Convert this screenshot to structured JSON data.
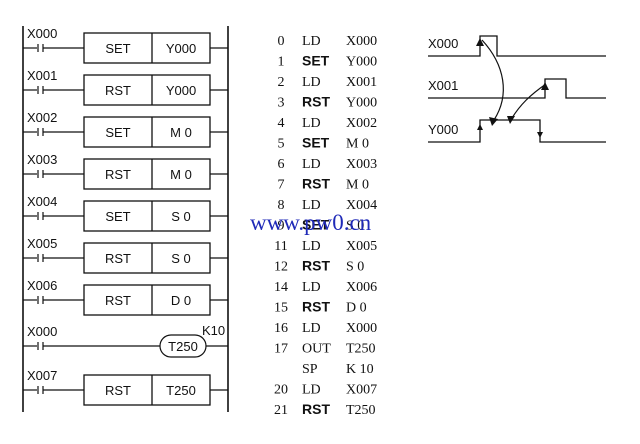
{
  "ladder": {
    "rungs": [
      {
        "contact": "X000",
        "op": "SET",
        "operand": "Y000"
      },
      {
        "contact": "X001",
        "op": "RST",
        "operand": "Y000"
      },
      {
        "contact": "X002",
        "op": "SET",
        "operand": "M  0"
      },
      {
        "contact": "X003",
        "op": "RST",
        "operand": "M  0"
      },
      {
        "contact": "X004",
        "op": "SET",
        "operand": "S  0"
      },
      {
        "contact": "X005",
        "op": "RST",
        "operand": "S  0"
      },
      {
        "contact": "X006",
        "op": "RST",
        "operand": "D  0"
      },
      {
        "contact": "X000",
        "coil": "T250",
        "constant": "K10"
      },
      {
        "contact": "X007",
        "op": "RST",
        "operand": "T250"
      }
    ]
  },
  "program": [
    {
      "step": "0",
      "instr": "LD",
      "operand": "X000"
    },
    {
      "step": "1",
      "instr": "SET",
      "operand": "Y000"
    },
    {
      "step": "2",
      "instr": "LD",
      "operand": "X001"
    },
    {
      "step": "3",
      "instr": "RST",
      "operand": "Y000"
    },
    {
      "step": "4",
      "instr": "LD",
      "operand": "X002"
    },
    {
      "step": "5",
      "instr": "SET",
      "operand": "M  0"
    },
    {
      "step": "6",
      "instr": "LD",
      "operand": "X003"
    },
    {
      "step": "7",
      "instr": "RST",
      "operand": "M  0"
    },
    {
      "step": "8",
      "instr": "LD",
      "operand": "X004"
    },
    {
      "step": "9",
      "instr": "SET",
      "operand": "S  0"
    },
    {
      "step": "11",
      "instr": "LD",
      "operand": "X005"
    },
    {
      "step": "12",
      "instr": "RST",
      "operand": "S  0"
    },
    {
      "step": "14",
      "instr": "LD",
      "operand": "X006"
    },
    {
      "step": "15",
      "instr": "RST",
      "operand": "D  0"
    },
    {
      "step": "16",
      "instr": "LD",
      "operand": "X000"
    },
    {
      "step": "17",
      "instr": "OUT",
      "operand": "T250"
    },
    {
      "step": "",
      "instr": "SP",
      "operand": "K 10"
    },
    {
      "step": "20",
      "instr": "LD",
      "operand": "X007"
    },
    {
      "step": "21",
      "instr": "RST",
      "operand": "T250"
    }
  ],
  "timing": {
    "signals": [
      "X000",
      "X001",
      "Y000"
    ]
  },
  "watermark": "www.pw0.cn",
  "colors": {
    "ink": "#111111",
    "watermark": "#1f2ab8"
  }
}
